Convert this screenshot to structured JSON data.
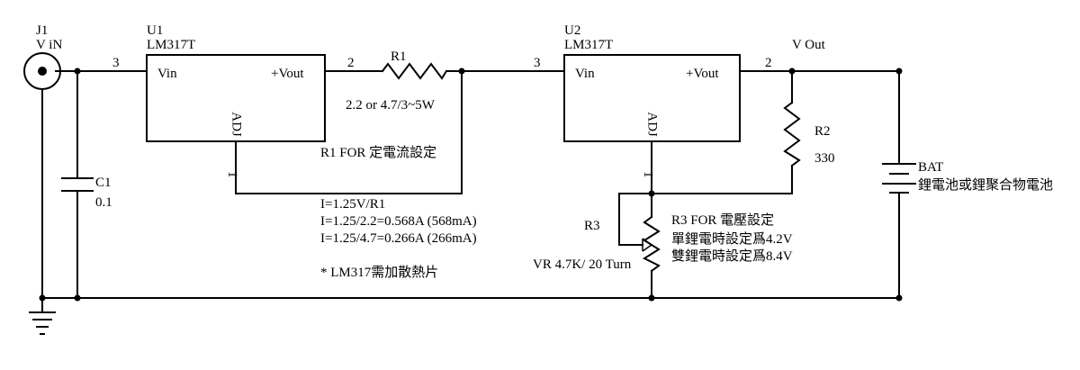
{
  "j1": {
    "ref": "J1",
    "name": "V iN"
  },
  "u1": {
    "ref": "U1",
    "part": "LM317T",
    "pin_in": "Vin",
    "pin_out": "+Vout",
    "pin_adj": "ADJ",
    "pin_num_in": "3",
    "pin_num_out": "2",
    "pin_num_adj": "1"
  },
  "u2": {
    "ref": "U2",
    "part": "LM317T",
    "pin_in": "Vin",
    "pin_out": "+Vout",
    "pin_adj": "ADJ",
    "pin_num_in": "3",
    "pin_num_out": "2",
    "pin_num_adj": "1"
  },
  "r1": {
    "ref": "R1",
    "value": "2.2 or 4.7/3~5W",
    "note": "R1 FOR 定電流設定"
  },
  "c1": {
    "ref": "C1",
    "value": "0.1"
  },
  "r2": {
    "ref": "R2",
    "value": "330"
  },
  "r3": {
    "ref": "R3",
    "value": "VR 4.7K/ 20 Turn",
    "note": "R3 FOR 電壓設定",
    "line2": "單鋰電時設定爲4.2V",
    "line3": "雙鋰電時設定爲8.4V"
  },
  "vout": {
    "label": "V Out"
  },
  "bat": {
    "ref": "BAT",
    "desc": "鋰電池或鋰聚合物電池"
  },
  "formulas": [
    "I=1.25V/R1",
    "I=1.25/2.2=0.568A (568mA)",
    "I=1.25/4.7=0.266A (266mA)"
  ],
  "heatsink_note": "* LM317需加散熱片"
}
